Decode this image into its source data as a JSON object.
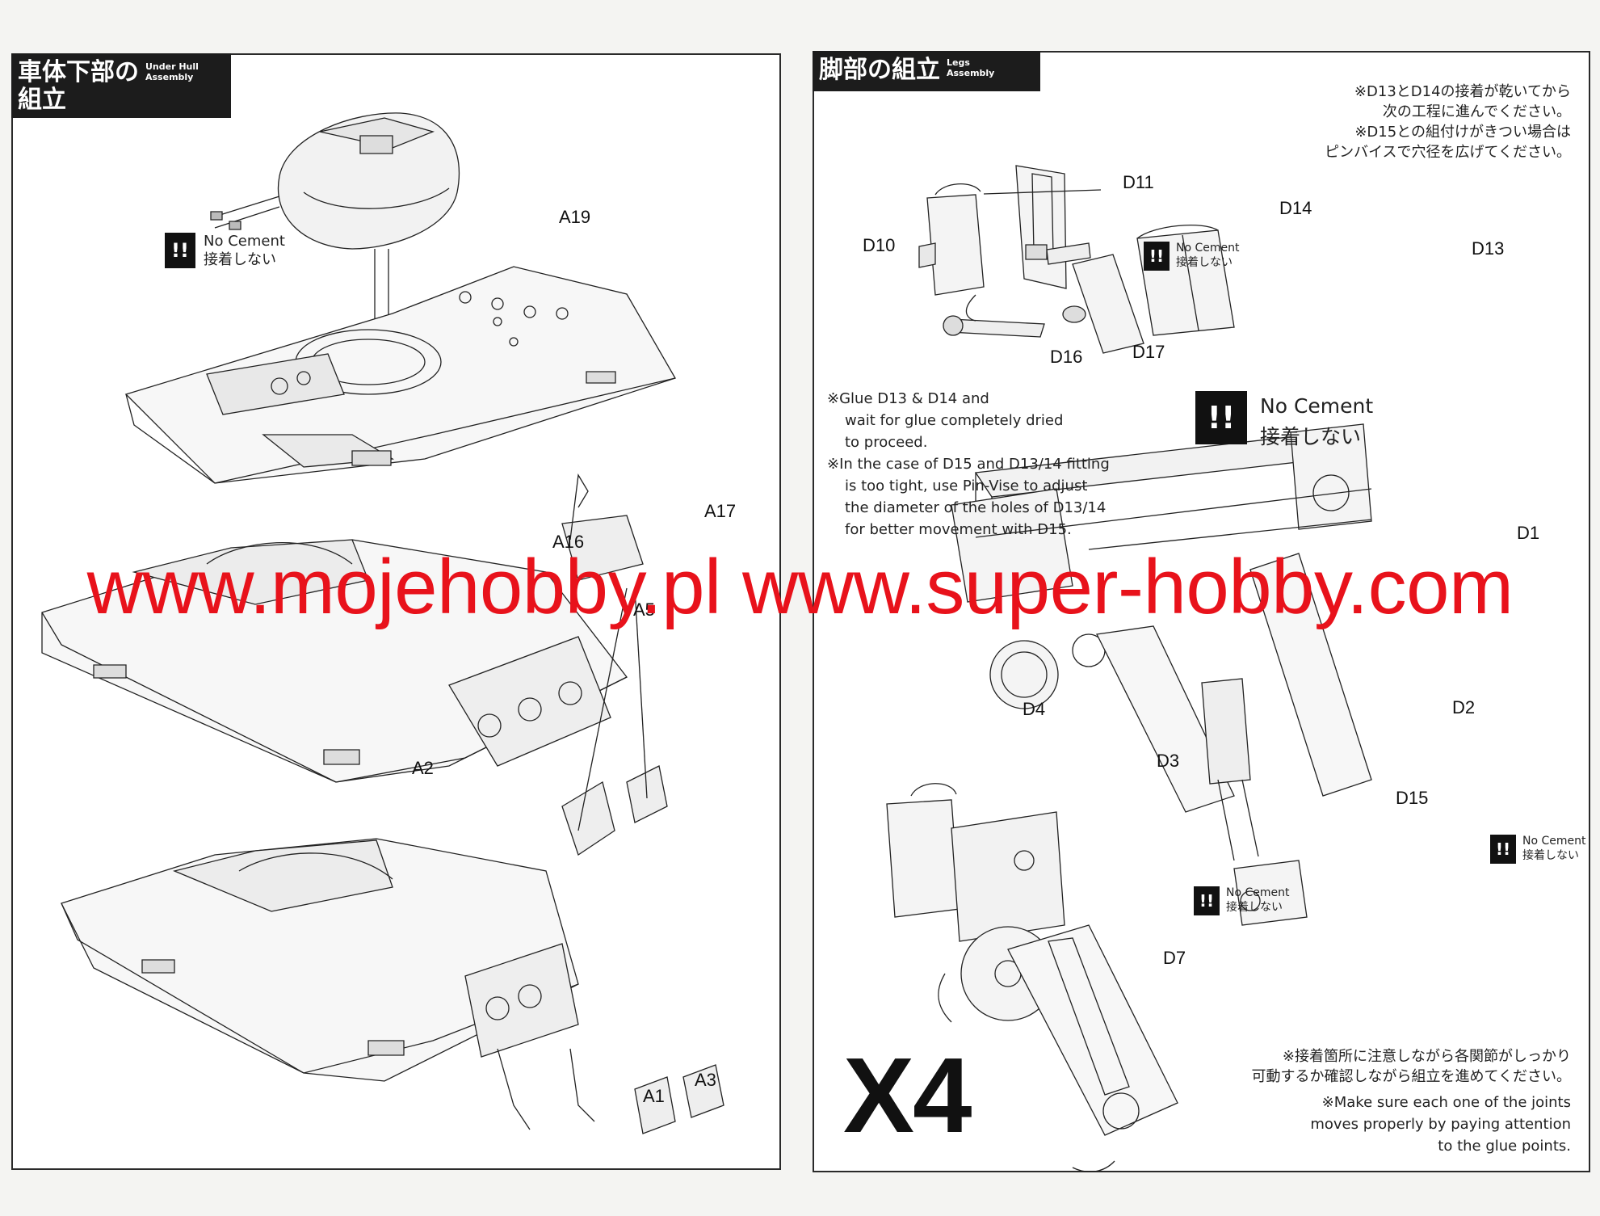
{
  "left_section": {
    "title_jp_line1": "車体下部の",
    "title_jp_line2": "組立",
    "title_en_line1": "Under Hull",
    "title_en_line2": "Assembly",
    "no_cement": {
      "icon": "!!",
      "en": "No Cement",
      "jp": "接着しない"
    },
    "part_labels": [
      "A19",
      "A17",
      "A16",
      "A5",
      "A2",
      "A1",
      "A3"
    ]
  },
  "right_section": {
    "title_jp": "脚部の組立",
    "title_en_line1": "Legs",
    "title_en_line2": "Assembly",
    "note_jp_top": [
      "※D13とD14の接着が乾いてから",
      "次の工程に進んでください。",
      "※D15との組付けがきつい場合は",
      "ピンバイスで穴径を広げてください。"
    ],
    "note_en_top": [
      "※Glue D13 & D14 and",
      "wait for glue completely dried",
      "to proceed.",
      "※In the case of D15 and D13/14 fitting",
      "is too tight, use Pin-Vise to adjust",
      "the diameter of the holes of D13/14",
      "for better movement with D15."
    ],
    "no_cement": {
      "icon": "!!",
      "en": "No Cement",
      "jp": "接着しない"
    },
    "part_labels": [
      "D11",
      "D10",
      "D16",
      "D17",
      "D14",
      "D13",
      "D1",
      "D4",
      "D2",
      "D3",
      "D15",
      "D7"
    ],
    "multiplier": "X4",
    "note_jp_bottom": [
      "※接着箇所に注意しながら各関節がしっかり",
      "可動するか確認しながら組立を進めてください。"
    ],
    "note_en_bottom": [
      "※Make sure each one of the joints",
      "moves properly by paying attention",
      "to the glue points."
    ]
  },
  "watermark": "www.mojehobby.pl www.super-hobby.com"
}
